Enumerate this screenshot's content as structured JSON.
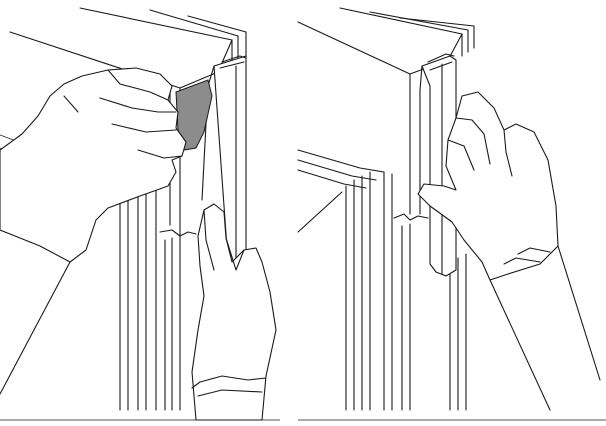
{
  "figure": {
    "panels": [
      {
        "step": "peel-backing-and-attach-trim"
      },
      {
        "step": "press-trim-into-place"
      }
    ],
    "colors": {
      "line": "#1a1a1a",
      "background": "#ffffff",
      "backing_tape": "#8c8c8c"
    },
    "icons": [
      "gloved-hand-icon",
      "window-frame",
      "trim-strip",
      "backing-tape"
    ]
  }
}
